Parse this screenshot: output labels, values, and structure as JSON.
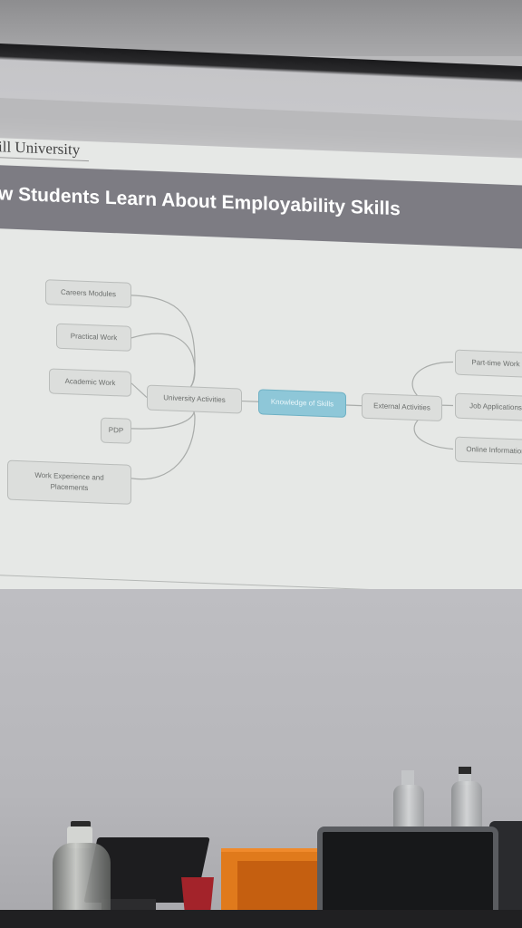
{
  "slide": {
    "university_name": "ill University",
    "title": "w Students Learn About Employability Skills"
  },
  "mind_map": {
    "center": "Knowledge of Skills",
    "left_hub": "University Activities",
    "right_hub": "External Activities",
    "left_items": [
      "Careers Modules",
      "Practical Work",
      "Academic Work",
      "PDP",
      "Work Experience and Placements"
    ],
    "right_items": [
      "Part-time Work",
      "Job Applications",
      "Online Information"
    ],
    "colors": {
      "center_fill": "#8ec7d8",
      "node_fill": "#dcdedc",
      "title_bar": "#7d7c83"
    }
  }
}
